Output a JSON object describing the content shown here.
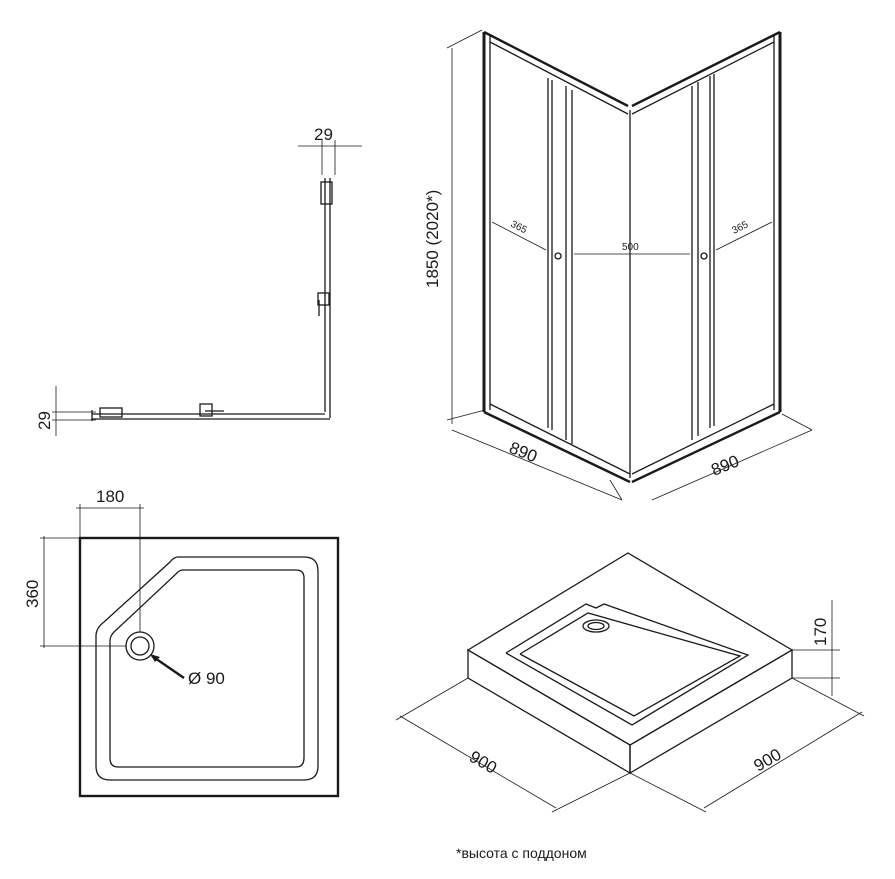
{
  "profile_view": {
    "top_width": "29",
    "left_width": "29"
  },
  "cabin_view": {
    "height": "1850 (2020*)",
    "left_door": "365",
    "center_panel": "500",
    "right_door": "365",
    "base_left": "890",
    "base_right": "890"
  },
  "tray_plan": {
    "offset_x": "180",
    "offset_y": "360",
    "drain_diameter": "Ø 90"
  },
  "tray_iso": {
    "height": "170",
    "width_left": "900",
    "width_right": "900"
  },
  "footnote": "*высота с поддоном",
  "colors": {
    "line": "#1a1a1a",
    "background": "#ffffff"
  }
}
